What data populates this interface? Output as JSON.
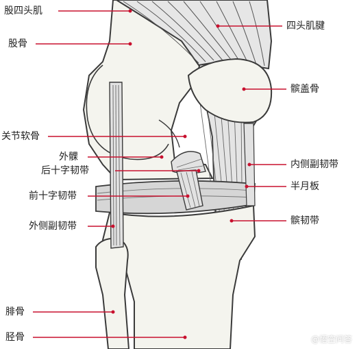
{
  "colors": {
    "leader_line": "#c8102e",
    "outline": "#3a3a3a",
    "bone_fill": "#f4f4ee",
    "ligament_fill": "#e2e2e2",
    "cartilage_fill": "#d6d6d6"
  },
  "labels": {
    "quadriceps_muscle": "股四头肌",
    "femur": "股骨",
    "quadriceps_tendon": "四头肌腱",
    "patella": "髌盖骨",
    "articular_cartilage": "关节软骨",
    "lateral_condyle": "外髁",
    "posterior_cruciate": "后十字韧带",
    "medial_collateral": "内侧副韧带",
    "meniscus": "半月板",
    "anterior_cruciate": "前十字韧带",
    "lateral_collateral": "外侧副韧带",
    "patellar_ligament": "髌韧带",
    "fibula": "腓骨",
    "tibia": "胫骨"
  },
  "watermark": "@悟空问答"
}
